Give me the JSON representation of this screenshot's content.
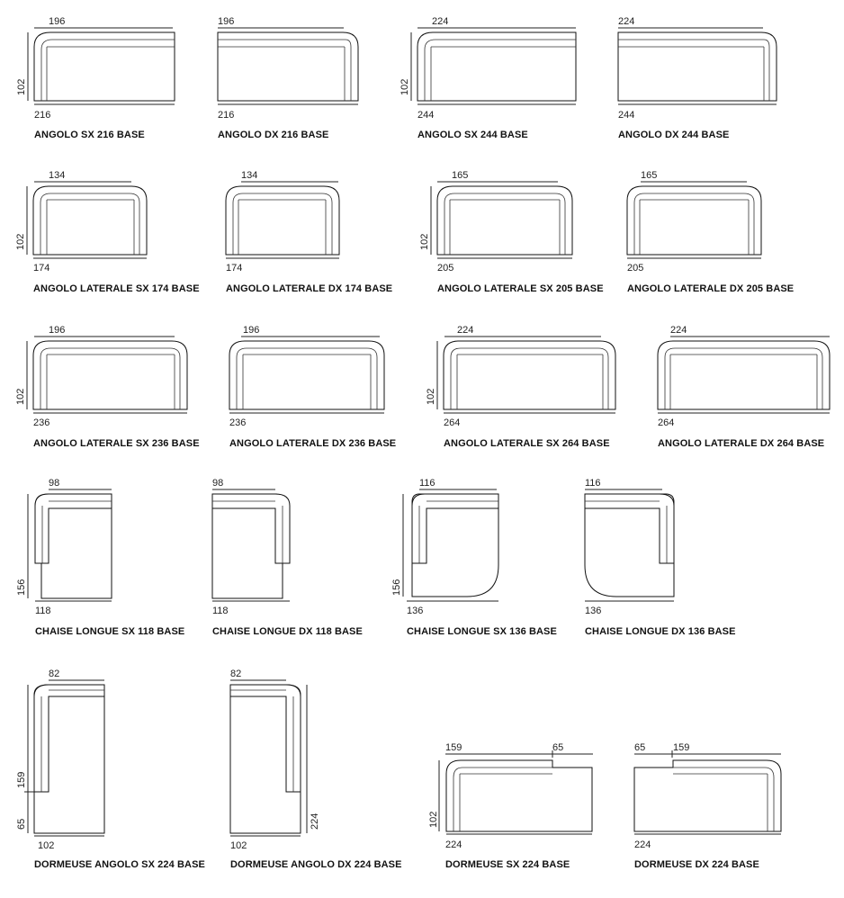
{
  "modules": [
    {
      "id": "angolo-sx-216",
      "label": "ANGOLO SX 216 BASE",
      "dims": {
        "top": "196",
        "bottom": "216",
        "side": "102"
      }
    },
    {
      "id": "angolo-dx-216",
      "label": "ANGOLO DX 216 BASE",
      "dims": {
        "top": "196",
        "bottom": "216"
      }
    },
    {
      "id": "angolo-sx-244",
      "label": "ANGOLO SX 244 BASE",
      "dims": {
        "top": "224",
        "bottom": "244",
        "side": "102"
      }
    },
    {
      "id": "angolo-dx-244",
      "label": "ANGOLO DX 244 BASE",
      "dims": {
        "top": "224",
        "bottom": "244"
      }
    },
    {
      "id": "angolo-laterale-sx-174",
      "label": "ANGOLO LATERALE  SX 174 BASE",
      "dims": {
        "top": "134",
        "bottom": "174",
        "side": "102"
      }
    },
    {
      "id": "angolo-laterale-dx-174",
      "label": "ANGOLO LATERALE  DX 174 BASE",
      "dims": {
        "top": "134",
        "bottom": "174"
      }
    },
    {
      "id": "angolo-laterale-sx-205",
      "label": "ANGOLO LATERALE SX 205 BASE",
      "dims": {
        "top": "165",
        "bottom": "205",
        "side": "102"
      }
    },
    {
      "id": "angolo-laterale-dx-205",
      "label": "ANGOLO LATERALE DX 205 BASE",
      "dims": {
        "top": "165",
        "bottom": "205"
      }
    },
    {
      "id": "angolo-laterale-sx-236",
      "label": "ANGOLO LATERALE SX 236 BASE",
      "dims": {
        "top": "196",
        "bottom": "236",
        "side": "102"
      }
    },
    {
      "id": "angolo-laterale-dx-236",
      "label": "ANGOLO LATERALE DX 236 BASE",
      "dims": {
        "top": "196",
        "bottom": "236"
      }
    },
    {
      "id": "angolo-laterale-sx-264",
      "label": "ANGOLO LATERALE SX 264 BASE",
      "dims": {
        "top": "224",
        "bottom": "264",
        "side": "102"
      }
    },
    {
      "id": "angolo-laterale-dx-264",
      "label": "ANGOLO LATERALE DX 264 BASE",
      "dims": {
        "top": "224",
        "bottom": "264"
      }
    },
    {
      "id": "chaise-longue-sx-118",
      "label": "CHAISE LONGUE SX 118 BASE",
      "dims": {
        "top": "98",
        "bottom": "118",
        "side": "156"
      }
    },
    {
      "id": "chaise-longue-dx-118",
      "label": "CHAISE LONGUE DX 118 BASE",
      "dims": {
        "top": "98",
        "bottom": "118"
      }
    },
    {
      "id": "chaise-longue-sx-136",
      "label": "CHAISE LONGUE SX 136 BASE",
      "dims": {
        "top": "116",
        "bottom": "136",
        "side": "156"
      }
    },
    {
      "id": "chaise-longue-dx-136",
      "label": "CHAISE LONGUE DX 136 BASE",
      "dims": {
        "top": "116",
        "bottom": "136"
      }
    },
    {
      "id": "dormeuse-angolo-sx-224",
      "label": "DORMEUSE ANGOLO SX 224 BASE",
      "dims": {
        "top": "82",
        "bottom": "102",
        "side_a": "159",
        "side_b": "65"
      }
    },
    {
      "id": "dormeuse-angolo-dx-224",
      "label": "DORMEUSE ANGOLO DX 224 BASE",
      "dims": {
        "top": "82",
        "bottom": "102",
        "side": "224"
      }
    },
    {
      "id": "dormeuse-sx-224",
      "label": "DORMEUSE SX 224 BASE",
      "dims": {
        "top_a": "159",
        "top_b": "65",
        "bottom": "224",
        "side": "102"
      }
    },
    {
      "id": "dormeuse-dx-224",
      "label": "DORMEUSE DX 224 BASE",
      "dims": {
        "top_a": "65",
        "top_b": "159",
        "bottom": "224"
      }
    }
  ]
}
